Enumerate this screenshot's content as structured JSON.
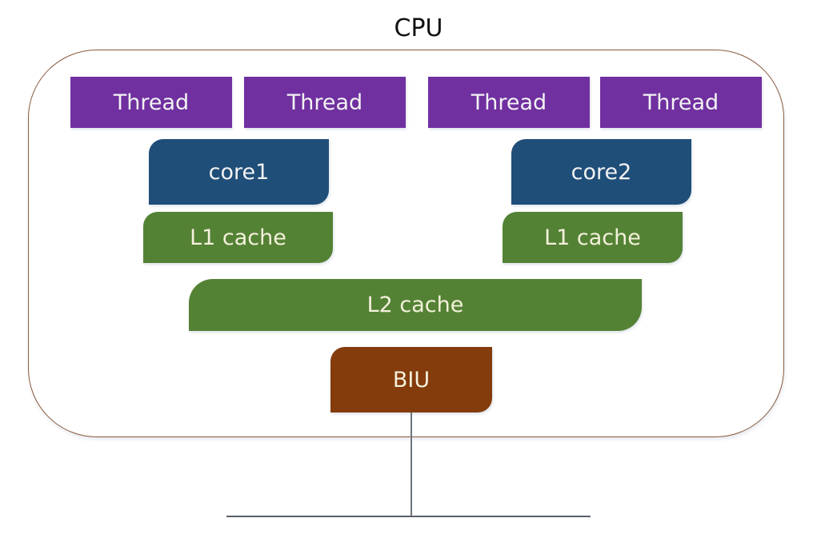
{
  "title": "CPU",
  "threads": [
    "Thread",
    "Thread",
    "Thread",
    "Thread"
  ],
  "cores": [
    "core1",
    "core2"
  ],
  "l1_caches": [
    "L1 cache",
    "L1 cache"
  ],
  "l2_cache": "L2 cache",
  "biu": "BIU",
  "colors": {
    "thread": "#7030a0",
    "core": "#1f4e79",
    "cache": "#548235",
    "biu": "#843c0c",
    "container_border": "#8a5a3c"
  }
}
